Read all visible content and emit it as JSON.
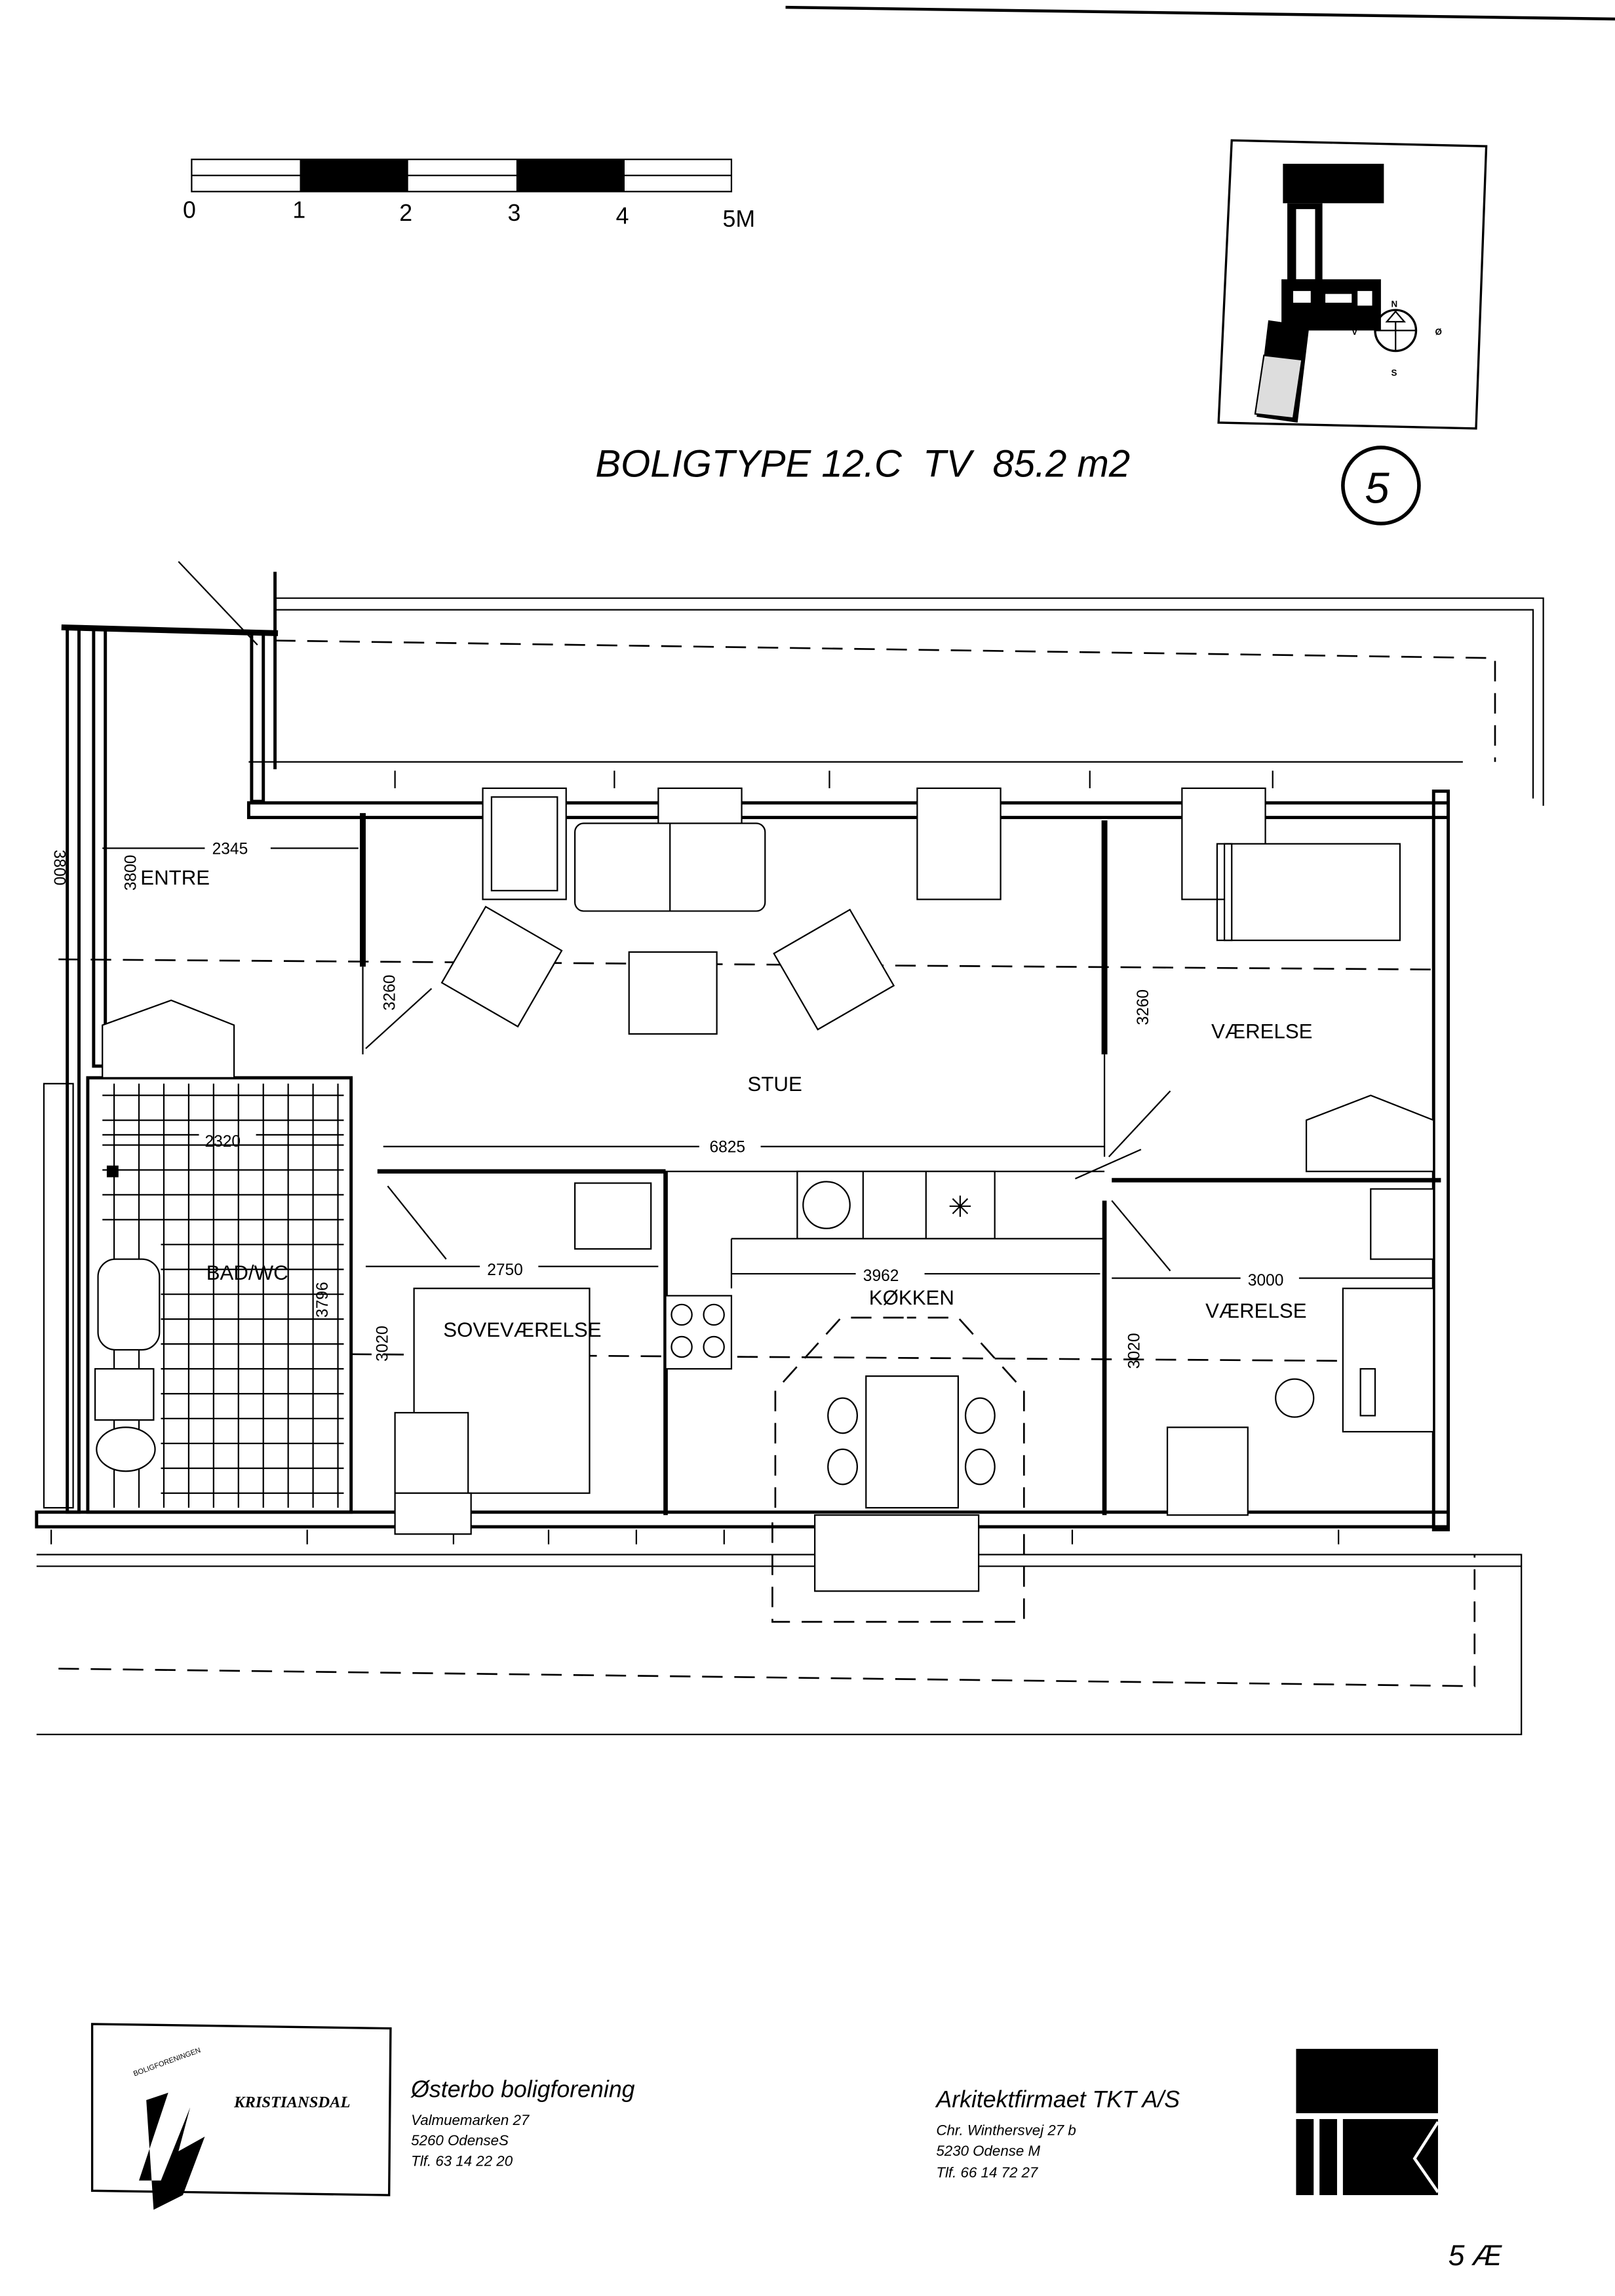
{
  "title": {
    "plan_type": "BOLIGTYPE 12.C  TV  85.2 m2",
    "sheet_number": "5"
  },
  "scale_bar": {
    "labels": [
      "0",
      "1",
      "2",
      "3",
      "4",
      "5M"
    ]
  },
  "site_plan": {
    "compass": {
      "north": "N",
      "west": "V",
      "east": "Ø",
      "south": "S"
    }
  },
  "rooms": {
    "entre": "ENTRE",
    "stue": "STUE",
    "vaerelse_1": "VÆRELSE",
    "bad_wc": "BAD/WC",
    "sovevaerelse": "SOVEVÆRELSE",
    "kokken": "KØKKEN",
    "vaerelse_2": "VÆRELSE"
  },
  "dimensions": {
    "entre_depth_outer": "3800",
    "entre_depth": "3800",
    "entre_width": "2345",
    "stue_depth": "3260",
    "vaerelse_depth": "3260",
    "stue_width": "6825",
    "bad_width": "2320",
    "sove_width": "2750",
    "kokken_width": "3962",
    "vaerelse2_width": "3000",
    "bad_depth": "3796",
    "sove_depth": "3020",
    "vaerelse2_depth": "3020"
  },
  "footer": {
    "client_logo": {
      "name": "KRISTIANSDAL",
      "arc_text": "BOLIGFORENINGEN"
    },
    "client": {
      "name": "Østerbo boligforening",
      "address": "Valmuemarken 27",
      "city": "5260 OdenseS",
      "phone": "Tlf. 63 14 22 20"
    },
    "architect": {
      "name": "Arkitektfirmaet TKT A/S",
      "address": "Chr. Winthersvej 27 b",
      "city": "5230 Odense M",
      "phone": "Tlf. 66 14 72 27"
    },
    "handwritten_mark": "5 Æ"
  }
}
